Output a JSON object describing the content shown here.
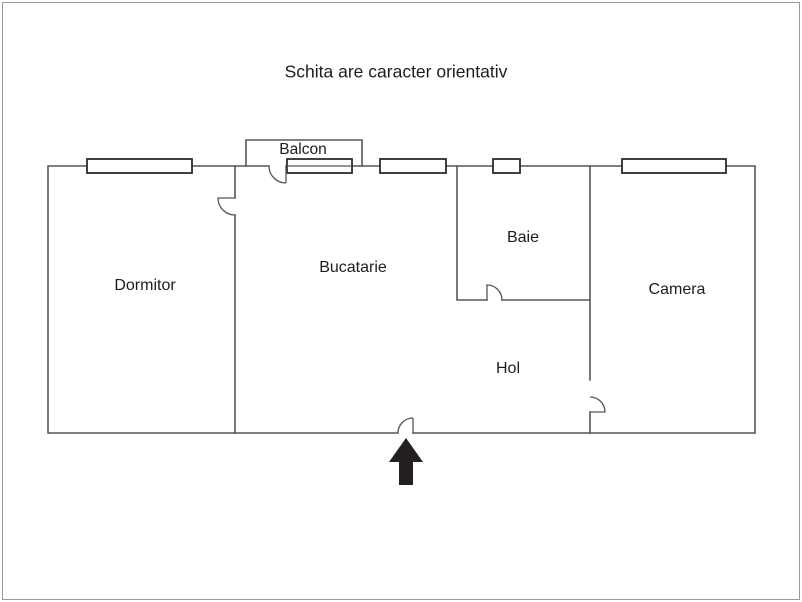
{
  "title": "Schita are caracter orientativ",
  "rooms": {
    "dormitor": {
      "label": "Dormitor"
    },
    "bucatarie": {
      "label": "Bucatarie"
    },
    "baie": {
      "label": "Baie"
    },
    "hol": {
      "label": "Hol"
    },
    "camera": {
      "label": "Camera"
    },
    "balcon": {
      "label": "Balcon"
    }
  },
  "icons": {
    "entrance_arrow": "up-arrow-icon"
  },
  "colors": {
    "wall": "#55565a",
    "window": "#2b2b2b",
    "text": "#1d1d1b",
    "arrow": "#231f20",
    "frame": "#97999c"
  }
}
